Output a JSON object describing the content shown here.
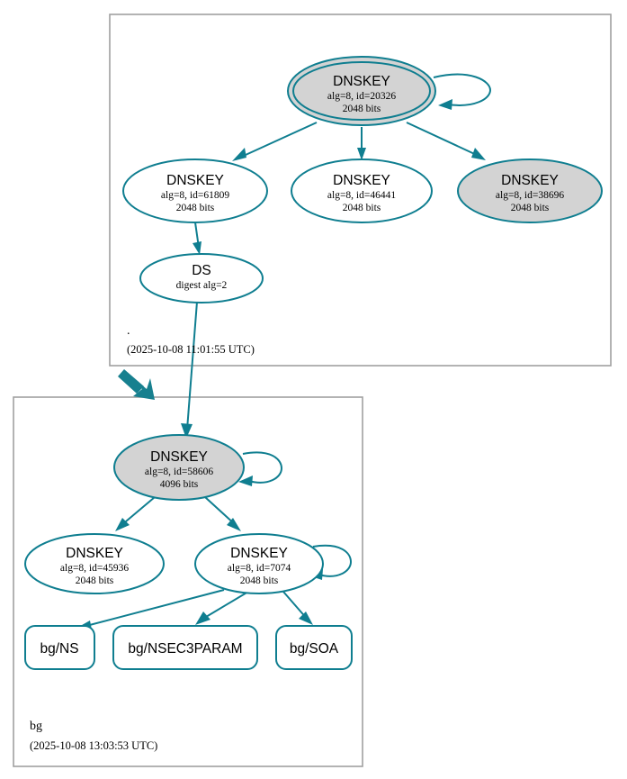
{
  "diagram": {
    "type": "dnssec-authentication-chain",
    "colors": {
      "accent": "#0f7e90",
      "delegation_arrow": "#17808f",
      "cluster_border": "#a0a0a0",
      "node_fill_secure": "#d3d3d3",
      "node_fill_plain": "#ffffff",
      "text": "#000000",
      "background": "#ffffff"
    }
  },
  "zones": [
    {
      "id": "root-zone",
      "label": ".",
      "timestamp": "(2025-10-08 11:01:55 UTC)",
      "timestamp_occluded_digit": true
    },
    {
      "id": "bg-zone",
      "label": "bg",
      "timestamp": "(2025-10-08 13:03:53 UTC)"
    }
  ],
  "nodes": {
    "root_ksk_20326": {
      "title": "DNSKEY",
      "line2": "alg=8, id=20326",
      "line3": "2048 bits",
      "fill": "gray",
      "trust_anchor": true,
      "self_signed": true
    },
    "root_zsk_61809": {
      "title": "DNSKEY",
      "line2": "alg=8, id=61809",
      "line3": "2048 bits",
      "fill": "white",
      "trust_anchor": false,
      "self_signed": false
    },
    "root_zsk_46441": {
      "title": "DNSKEY",
      "line2": "alg=8, id=46441",
      "line3": "2048 bits",
      "fill": "white",
      "trust_anchor": false,
      "self_signed": false
    },
    "root_ksk_38696": {
      "title": "DNSKEY",
      "line2": "alg=8, id=38696",
      "line3": "2048 bits",
      "fill": "gray",
      "trust_anchor": false,
      "self_signed": false
    },
    "ds_node": {
      "title": "DS",
      "line2": "digest alg=2",
      "fill": "white"
    },
    "bg_ksk_58606": {
      "title": "DNSKEY",
      "line2": "alg=8, id=58606",
      "line3": "4096 bits",
      "fill": "gray",
      "trust_anchor": false,
      "self_signed": true
    },
    "bg_zsk_45936": {
      "title": "DNSKEY",
      "line2": "alg=8, id=45936",
      "line3": "2048 bits",
      "fill": "white",
      "trust_anchor": false,
      "self_signed": false
    },
    "bg_zsk_7074": {
      "title": "DNSKEY",
      "line2": "alg=8, id=7074",
      "line3": "2048 bits",
      "fill": "white",
      "trust_anchor": false,
      "self_signed": true
    },
    "rrset_ns": {
      "label": "bg/NS"
    },
    "rrset_nsec3param": {
      "label": "bg/NSEC3PARAM"
    },
    "rrset_soa": {
      "label": "bg/SOA"
    }
  },
  "edges": [
    {
      "from": "root_ksk_20326",
      "to": "root_ksk_20326",
      "kind": "self-sign"
    },
    {
      "from": "root_ksk_20326",
      "to": "root_zsk_61809",
      "kind": "sign"
    },
    {
      "from": "root_ksk_20326",
      "to": "root_zsk_46441",
      "kind": "sign"
    },
    {
      "from": "root_ksk_20326",
      "to": "root_ksk_38696",
      "kind": "sign"
    },
    {
      "from": "root_zsk_61809",
      "to": "ds_node",
      "kind": "sign"
    },
    {
      "from": "ds_node",
      "to": "bg_ksk_58606",
      "kind": "delegation"
    },
    {
      "from": "bg_ksk_58606",
      "to": "bg_ksk_58606",
      "kind": "self-sign"
    },
    {
      "from": "bg_ksk_58606",
      "to": "bg_zsk_45936",
      "kind": "sign"
    },
    {
      "from": "bg_ksk_58606",
      "to": "bg_zsk_7074",
      "kind": "sign"
    },
    {
      "from": "bg_zsk_7074",
      "to": "bg_zsk_7074",
      "kind": "self-sign"
    },
    {
      "from": "bg_zsk_7074",
      "to": "rrset_ns",
      "kind": "sign"
    },
    {
      "from": "bg_zsk_7074",
      "to": "rrset_nsec3param",
      "kind": "sign"
    },
    {
      "from": "bg_zsk_7074",
      "to": "rrset_soa",
      "kind": "sign"
    }
  ]
}
